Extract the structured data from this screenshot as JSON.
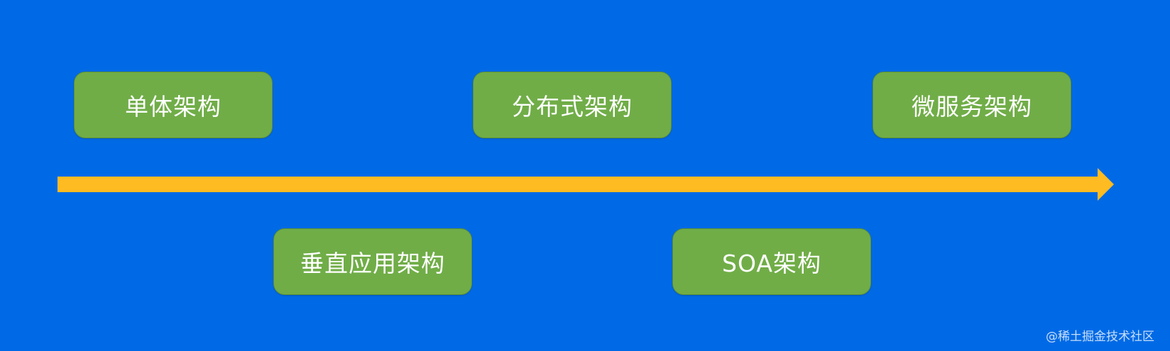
{
  "diagram": {
    "stages": [
      {
        "label": "单体架构"
      },
      {
        "label": "垂直应用架构"
      },
      {
        "label": "分布式架构"
      },
      {
        "label": "SOA架构"
      },
      {
        "label": "微服务架构"
      }
    ],
    "colors": {
      "background": "#006ae6",
      "box_fill": "#70ad47",
      "arrow": "#ffbb22",
      "text": "#ffffff"
    }
  },
  "watermark": "@稀土掘金技术社区"
}
